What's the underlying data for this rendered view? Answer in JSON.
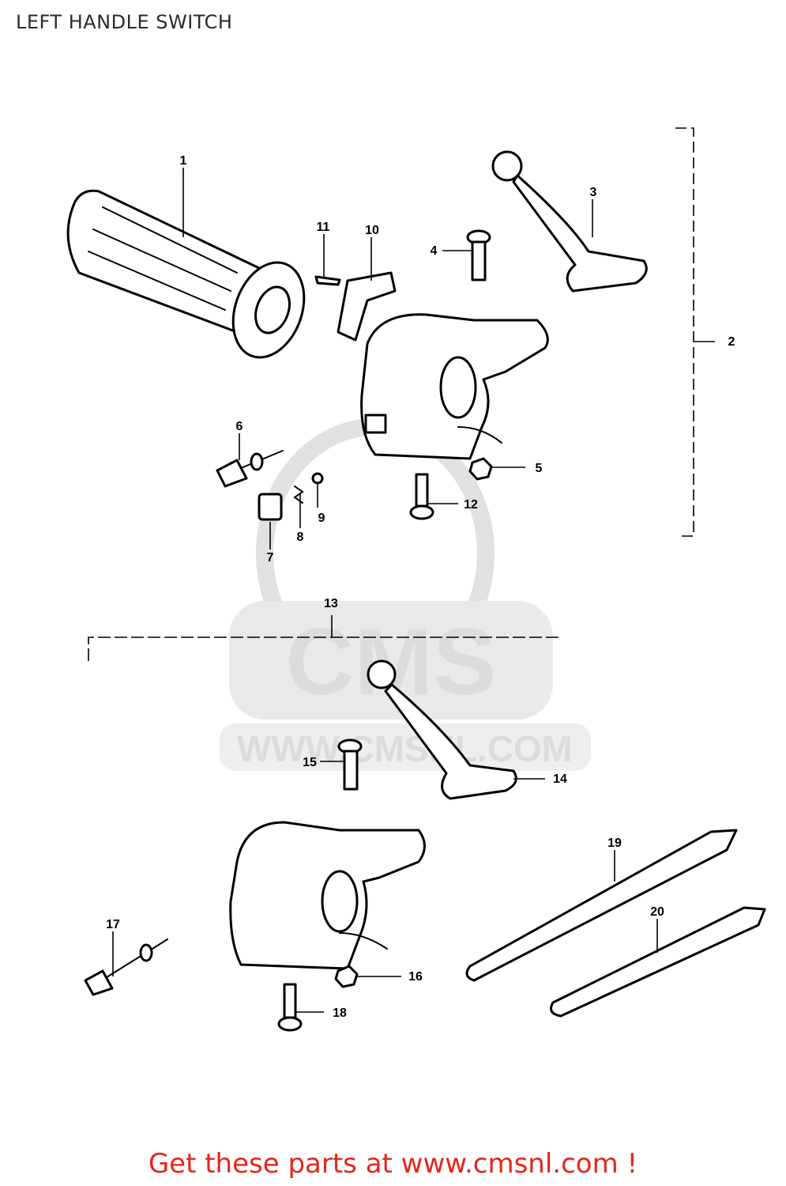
{
  "title": "LEFT HANDLE SWITCH",
  "watermark": {
    "brand": "CMS",
    "url": "WWW.CMSNL.COM"
  },
  "footer": {
    "link_text": "Get these parts at www.cmsnl.com !",
    "color": "#e4261b"
  },
  "parts": [
    {
      "num": "1",
      "icon": "handle-grip"
    },
    {
      "num": "2",
      "icon": "switch-assembly-bracket"
    },
    {
      "num": "3",
      "icon": "clutch-lever"
    },
    {
      "num": "4",
      "icon": "lever-pivot-bolt"
    },
    {
      "num": "5",
      "icon": "nut"
    },
    {
      "num": "6",
      "icon": "choke-cable-adjuster"
    },
    {
      "num": "7",
      "icon": "switch-knob"
    },
    {
      "num": "8",
      "icon": "spring"
    },
    {
      "num": "9",
      "icon": "screw"
    },
    {
      "num": "10",
      "icon": "choke-lever"
    },
    {
      "num": "11",
      "icon": "screw"
    },
    {
      "num": "12",
      "icon": "switch-housing-screw"
    },
    {
      "num": "13",
      "icon": "switch-assembly-bracket"
    },
    {
      "num": "14",
      "icon": "clutch-lever"
    },
    {
      "num": "15",
      "icon": "lever-pivot-bolt"
    },
    {
      "num": "16",
      "icon": "nut"
    },
    {
      "num": "17",
      "icon": "cable-adjuster"
    },
    {
      "num": "18",
      "icon": "switch-housing-screw"
    },
    {
      "num": "19",
      "icon": "cable-band"
    },
    {
      "num": "20",
      "icon": "cable-band"
    }
  ]
}
